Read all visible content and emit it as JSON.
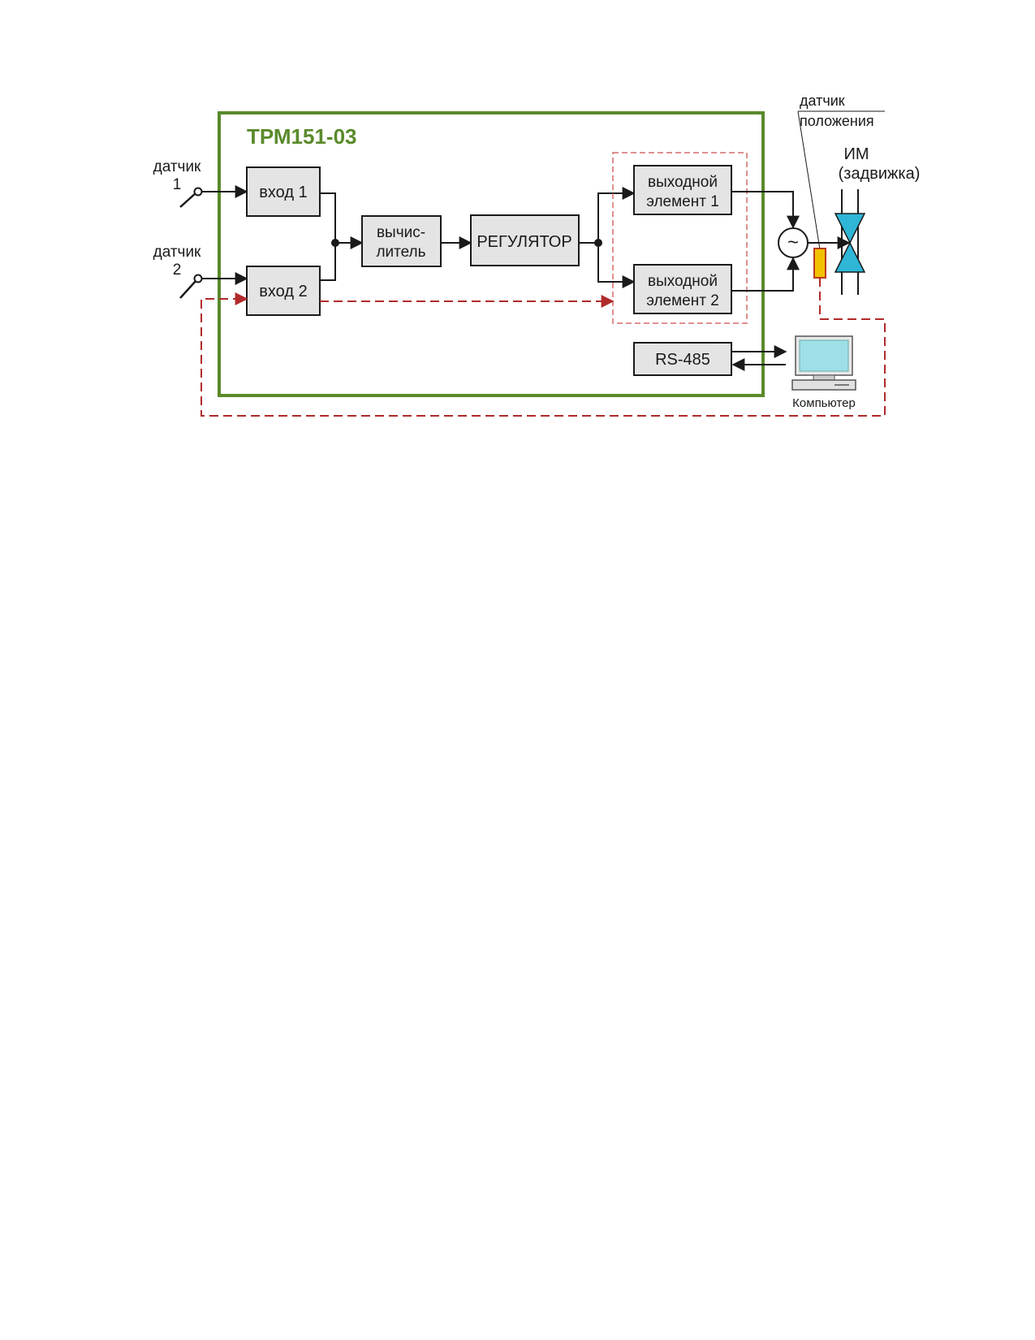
{
  "device": {
    "title": "ТРМ151-03",
    "frame_color": "#5a8a2a"
  },
  "sensors": {
    "s1": {
      "line1": "датчик",
      "line2": "1"
    },
    "s2": {
      "line1": "датчик",
      "line2": "2"
    }
  },
  "blocks": {
    "input1": "вход 1",
    "input2": "вход 2",
    "calc_line1": "вычис-",
    "calc_line2": "литель",
    "regulator": "РЕГУЛЯТОР",
    "out1_line1": "выходной",
    "out1_line2": "элемент 1",
    "out2_line1": "выходной",
    "out2_line2": "элемент 2",
    "rs485": "RS-485"
  },
  "position_sensor": {
    "line1": "датчик",
    "line2": "положения"
  },
  "actuator": {
    "line1": "ИМ",
    "line2": "(задвижка)"
  },
  "summing_symbol": "~",
  "computer": {
    "label": "Компьютер"
  },
  "colors": {
    "feedback": "#b02a2a",
    "valve": "#2fb6d6",
    "position_sensor": "#f2c200",
    "screen": "#9fe0e8"
  },
  "icons": [
    "switch-icon",
    "valve-icon",
    "computer-icon",
    "summing-junction-icon"
  ]
}
